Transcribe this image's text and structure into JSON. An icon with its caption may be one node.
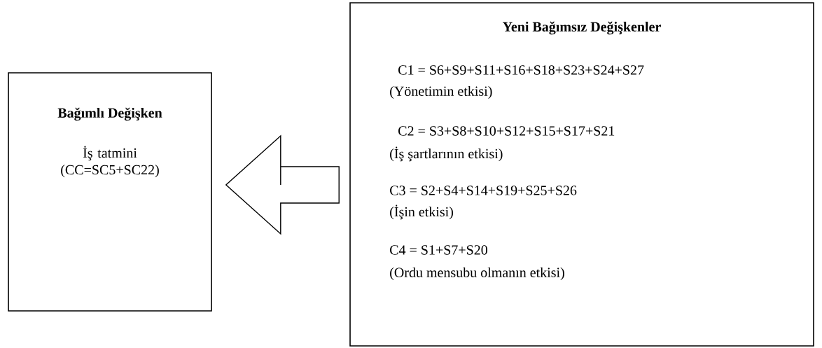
{
  "diagram": {
    "nodes": [
      {
        "text": [
          "Bağımlı Değişken",
          "İş tatmini (CC=SC5+SC22)"
        ]
      },
      {
        "text": [
          "Yeni Bağımsız Değişkenler",
          "C1 = S6+S9+S11+S16+S18+S23+S24+S27",
          "(Yönetimin etkisi)",
          "C2 = S3+S8+S10+S12+S15+S17+S21",
          "(İş şartlarının etkisi)",
          "C3 = S2+S4+S14+S19+S25+S26",
          "(İşin etkisi)",
          "C4 = S1+S7+S20",
          "(Ordu mensubu olmanın etkisi)"
        ]
      }
    ],
    "edges": [
      {
        "from": 1,
        "to": 0,
        "arrow": "to"
      }
    ]
  }
}
